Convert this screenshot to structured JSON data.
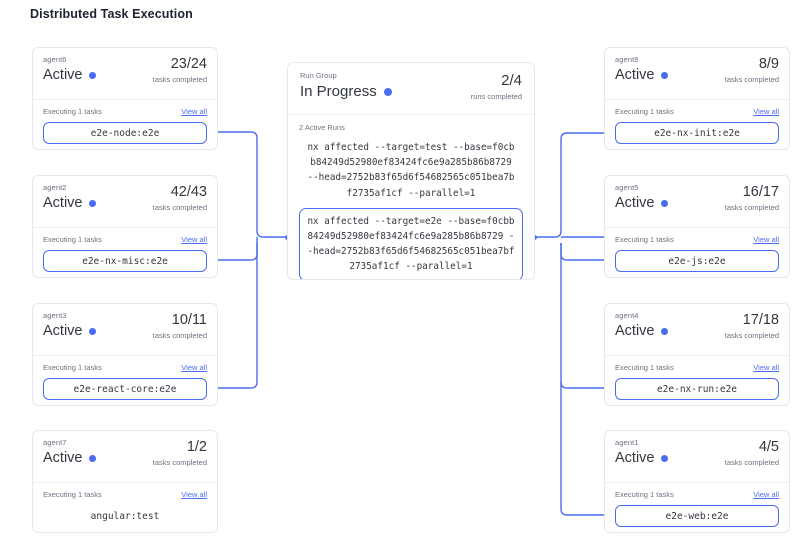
{
  "page": {
    "title": "Distributed Task Execution",
    "accent_color": "#4a6cf0",
    "card_border_color": "#e6e8ec",
    "text_color": "#33383f",
    "muted_text_color": "#6b7280"
  },
  "run_group": {
    "label": "Run Group",
    "status": "In Progress",
    "status_dot": "blue-dot-icon",
    "count": "2/4",
    "count_label": "runs completed",
    "active_runs_label": "2 Active Runs",
    "runs": [
      {
        "command": "nx affected --target=test --base=f0cbb84249d52980ef83424fc6e9a285b86b8729 --head=2752b83f65d6f54682565c051bea7bf2735af1cf --parallel=1",
        "highlighted": false
      },
      {
        "command": "nx affected --target=e2e --base=f0cbb84249d52980ef83424fc6e9a285b86b8729 --head=2752b83f65d6f54682565c051bea7bf2735af1cf --parallel=1",
        "highlighted": true
      }
    ]
  },
  "left_agents": [
    {
      "name": "agent6",
      "status": "Active",
      "count": "23/24",
      "count_label": "tasks completed",
      "executing_label": "Executing 1 tasks",
      "view_all_label": "View all",
      "task": "e2e-node:e2e",
      "task_highlighted": true
    },
    {
      "name": "agent2",
      "status": "Active",
      "count": "42/43",
      "count_label": "tasks completed",
      "executing_label": "Executing 1 tasks",
      "view_all_label": "View all",
      "task": "e2e-nx-misc:e2e",
      "task_highlighted": true
    },
    {
      "name": "agent3",
      "status": "Active",
      "count": "10/11",
      "count_label": "tasks completed",
      "executing_label": "Executing 1 tasks",
      "view_all_label": "View all",
      "task": "e2e-react-core:e2e",
      "task_highlighted": true
    },
    {
      "name": "agent7",
      "status": "Active",
      "count": "1/2",
      "count_label": "tasks completed",
      "executing_label": "Executing 1 tasks",
      "view_all_label": "View all",
      "task": "angular:test",
      "task_highlighted": false
    }
  ],
  "right_agents": [
    {
      "name": "agent8",
      "status": "Active",
      "count": "8/9",
      "count_label": "tasks completed",
      "executing_label": "Executing 1 tasks",
      "view_all_label": "View all",
      "task": "e2e-nx-init:e2e",
      "task_highlighted": true
    },
    {
      "name": "agent5",
      "status": "Active",
      "count": "16/17",
      "count_label": "tasks completed",
      "executing_label": "Executing 1 tasks",
      "view_all_label": "View all",
      "task": "e2e-js:e2e",
      "task_highlighted": true
    },
    {
      "name": "agent4",
      "status": "Active",
      "count": "17/18",
      "count_label": "tasks completed",
      "executing_label": "Executing 1 tasks",
      "view_all_label": "View all",
      "task": "e2e-nx-run:e2e",
      "task_highlighted": true
    },
    {
      "name": "agent1",
      "status": "Active",
      "count": "4/5",
      "count_label": "tasks completed",
      "executing_label": "Executing 1 tasks",
      "view_all_label": "View all",
      "task": "e2e-web:e2e",
      "task_highlighted": true
    }
  ]
}
